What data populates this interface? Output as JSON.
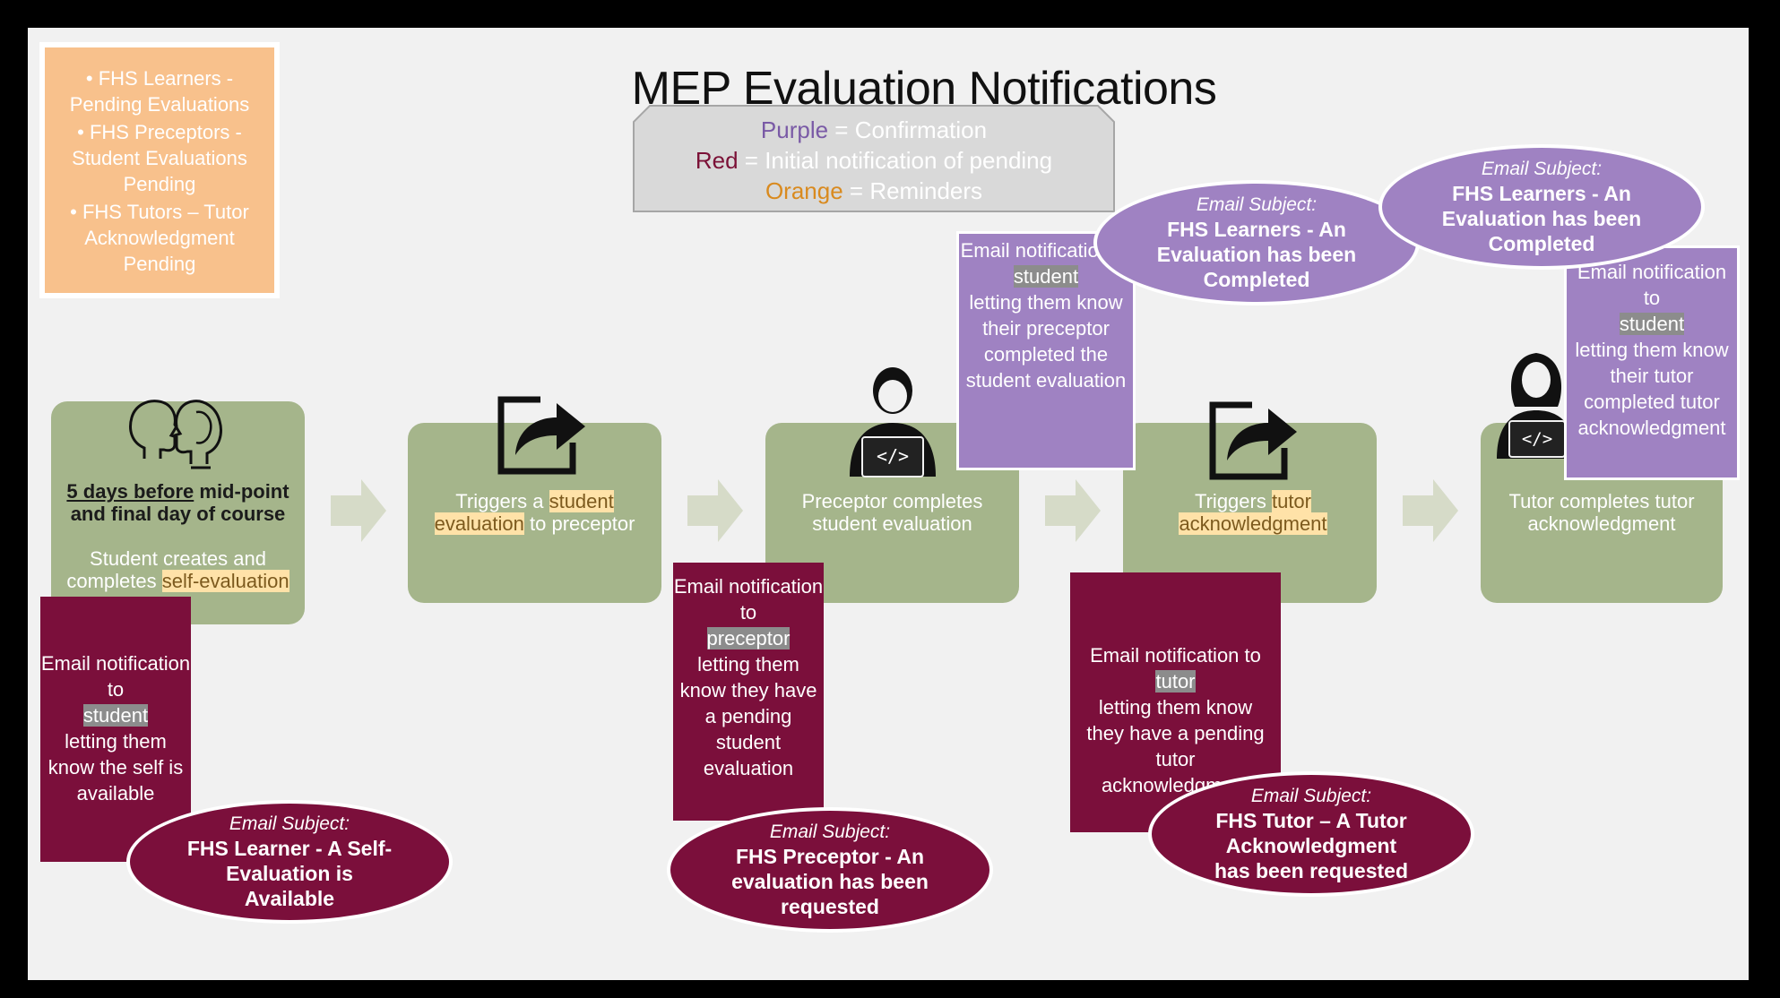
{
  "title": "MEP Evaluation Notifications",
  "subjects_list": [
    "FHS Learners - Pending Evaluations",
    "FHS Preceptors - Student Evaluations Pending",
    "FHS Tutors – Tutor Acknowledgment Pending"
  ],
  "legend": {
    "purple_key": "Purple",
    "purple_text": " = Confirmation",
    "red_key": "Red",
    "red_text": " = Initial notification of pending",
    "orange_key": "Orange",
    "orange_text": " = Reminders"
  },
  "stages": {
    "s1": {
      "heading_u": "5 days before",
      "heading_rest": " mid-point and final day of course",
      "text_a": "Student creates and completes ",
      "text_hl": "self-evaluation"
    },
    "s2": {
      "text_a": "Triggers a ",
      "text_hl": "student evaluation",
      "text_b": " to preceptor"
    },
    "s3": {
      "text": "Preceptor completes student evaluation"
    },
    "s4": {
      "text_a": "Triggers ",
      "text_hl": "tutor acknowledgment"
    },
    "s5": {
      "text": "Tutor completes tutor acknowledgment"
    }
  },
  "notes": {
    "n1": {
      "a": "Email notification to",
      "hl": "student",
      "b": "letting them know the self is available"
    },
    "n2": {
      "a": "Email notification to",
      "hl": "preceptor",
      "b": "letting them know they have a pending student evaluation"
    },
    "n3": {
      "a": "Email notification to",
      "hl": "tutor",
      "b": "letting them know they have a pending tutor acknowledgment"
    },
    "n4": {
      "a": "Email notification to",
      "hl": "student",
      "b": "letting them know their preceptor completed the student evaluation"
    },
    "n5": {
      "a": "Email notification to",
      "hl": "student",
      "b": "letting them know their tutor completed tutor acknowledgment"
    }
  },
  "email_subjects": {
    "label": "Email Subject:",
    "e1": "FHS Learner - A Self-Evaluation is Available",
    "e2": "FHS Preceptor - An evaluation has been requested",
    "e3": "FHS Tutor – A Tutor Acknowledgment has been requested",
    "e4": "FHS Learners - An Evaluation has been Completed",
    "e5": "FHS Learners - An Evaluation has been Completed"
  },
  "colors": {
    "stage_green": "#a5b58b",
    "maroon": "#7b0f3b",
    "purple": "#9f82c2",
    "orange": "#f8c18c"
  }
}
